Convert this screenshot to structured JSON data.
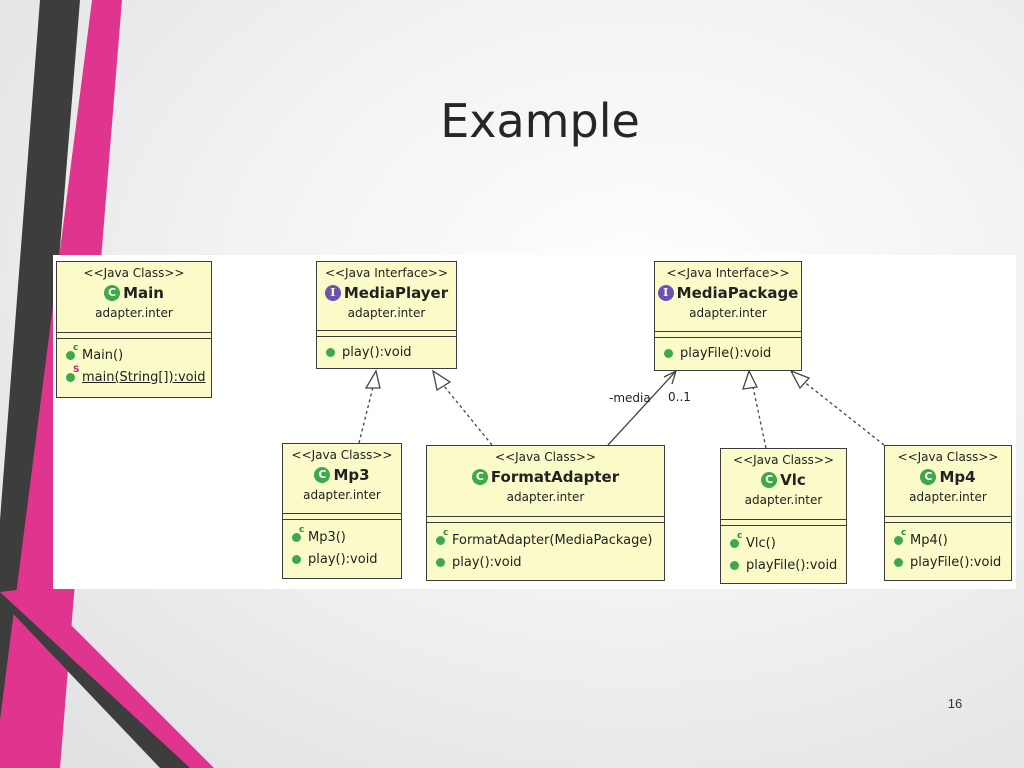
{
  "slide": {
    "title": "Example",
    "page_number": "16"
  },
  "colors": {
    "accent_pink": "#e0358f",
    "accent_dark": "#3a3a3a",
    "box_fill": "#fbfbc9",
    "class_icon": "#3ea84a",
    "interface_icon": "#6a54b0"
  },
  "diagram": {
    "boxes": {
      "main": {
        "stereotype": "<<Java Class>>",
        "kind_icon": "C",
        "name": "Main",
        "package": "adapter.inter",
        "operations": [
          {
            "text": "Main()",
            "modifier": "c",
            "underline": false
          },
          {
            "text": "main(String[]):void",
            "modifier": "S",
            "underline": true
          }
        ]
      },
      "media_player": {
        "stereotype": "<<Java Interface>>",
        "kind_icon": "I",
        "name": "MediaPlayer",
        "package": "adapter.inter",
        "operations": [
          {
            "text": "play():void"
          }
        ]
      },
      "media_package": {
        "stereotype": "<<Java Interface>>",
        "kind_icon": "I",
        "name": "MediaPackage",
        "package": "adapter.inter",
        "operations": [
          {
            "text": "playFile():void"
          }
        ]
      },
      "mp3": {
        "stereotype": "<<Java Class>>",
        "kind_icon": "C",
        "name": "Mp3",
        "package": "adapter.inter",
        "operations": [
          {
            "text": "Mp3()",
            "modifier": "c"
          },
          {
            "text": "play():void"
          }
        ]
      },
      "format_adapter": {
        "stereotype": "<<Java Class>>",
        "kind_icon": "C",
        "name": "FormatAdapter",
        "package": "adapter.inter",
        "operations": [
          {
            "text": "FormatAdapter(MediaPackage)",
            "modifier": "c"
          },
          {
            "text": "play():void"
          }
        ]
      },
      "vlc": {
        "stereotype": "<<Java Class>>",
        "kind_icon": "C",
        "name": "Vlc",
        "package": "adapter.inter",
        "operations": [
          {
            "text": "Vlc()",
            "modifier": "c"
          },
          {
            "text": "playFile():void"
          }
        ]
      },
      "mp4": {
        "stereotype": "<<Java Class>>",
        "kind_icon": "C",
        "name": "Mp4",
        "package": "adapter.inter",
        "operations": [
          {
            "text": "Mp4()",
            "modifier": "c"
          },
          {
            "text": "playFile():void"
          }
        ]
      }
    },
    "relations": [
      {
        "from": "Mp3",
        "to": "MediaPlayer",
        "type": "realization"
      },
      {
        "from": "FormatAdapter",
        "to": "MediaPlayer",
        "type": "realization"
      },
      {
        "from": "FormatAdapter",
        "to": "MediaPackage",
        "type": "association",
        "role": "-media",
        "multiplicity": "0..1"
      },
      {
        "from": "Vlc",
        "to": "MediaPackage",
        "type": "realization"
      },
      {
        "from": "Mp4",
        "to": "MediaPackage",
        "type": "realization"
      }
    ]
  }
}
